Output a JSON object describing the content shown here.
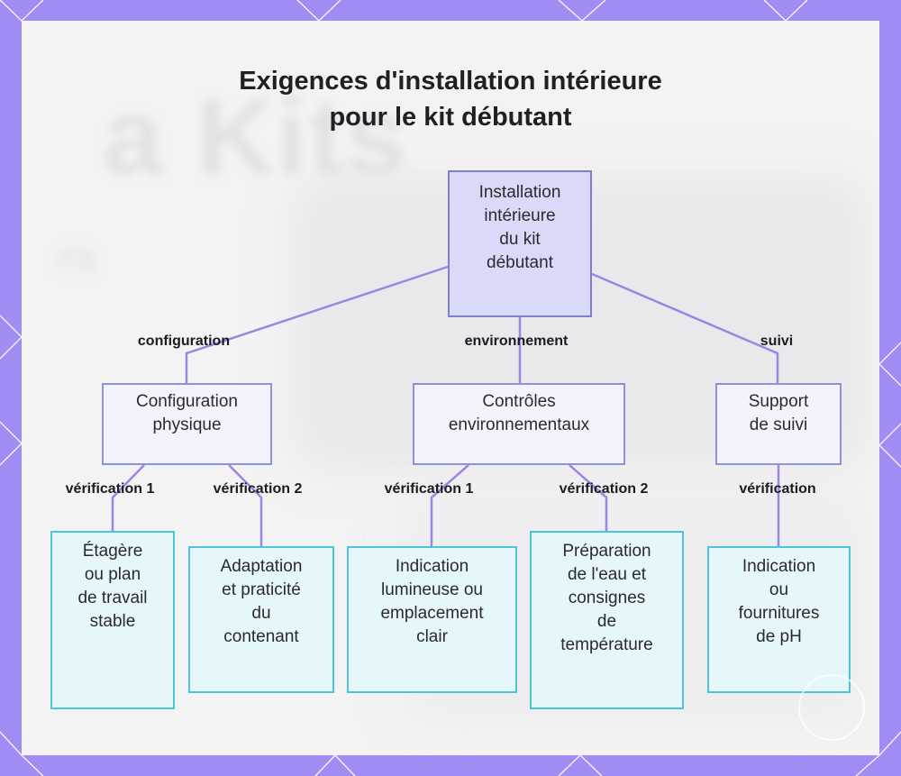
{
  "diagram": {
    "title_lines": [
      "Exigences d'installation intérieure",
      "pour le kit débutant"
    ],
    "background_ghost_text": "a Kits",
    "root": {
      "id": "root",
      "label": "Installation\nintérieure\ndu kit\ndébutant"
    },
    "categories": [
      {
        "id": "cat1",
        "label": "Configuration\nphysique",
        "edge_label": "configuration"
      },
      {
        "id": "cat2",
        "label": "Contrôles\nenvironnementaux",
        "edge_label": "environnement"
      },
      {
        "id": "cat3",
        "label": "Support\nde suivi",
        "edge_label": "suivi"
      }
    ],
    "leaves": [
      {
        "id": "leaf1",
        "parent": "cat1",
        "label": "Étagère\nou plan\nde travail\nstable",
        "edge_label": "vérification 1"
      },
      {
        "id": "leaf2",
        "parent": "cat1",
        "label": "Adaptation\net praticité\ndu\ncontenant",
        "edge_label": "vérification 2"
      },
      {
        "id": "leaf3",
        "parent": "cat2",
        "label": "Indication\nlumineuse ou\nemplacement\nclair",
        "edge_label": "vérification 1"
      },
      {
        "id": "leaf4",
        "parent": "cat2",
        "label": "Préparation\nde l'eau et\nconsignes\nde\ntempérature",
        "edge_label": "vérification 2"
      },
      {
        "id": "leaf5",
        "parent": "cat3",
        "label": "Indication\nou\nfournitures\nde pH",
        "edge_label": "vérification"
      }
    ]
  },
  "colors": {
    "frame": "#a08cf2",
    "edge": "#9b86e6",
    "root_fill": "#d9daf8",
    "root_border": "#7f7ed0",
    "mid_fill": "#f2f3fd",
    "mid_border": "#8e91dc",
    "leaf_fill": "#e6f7fb",
    "leaf_border": "#4cc4dc"
  }
}
